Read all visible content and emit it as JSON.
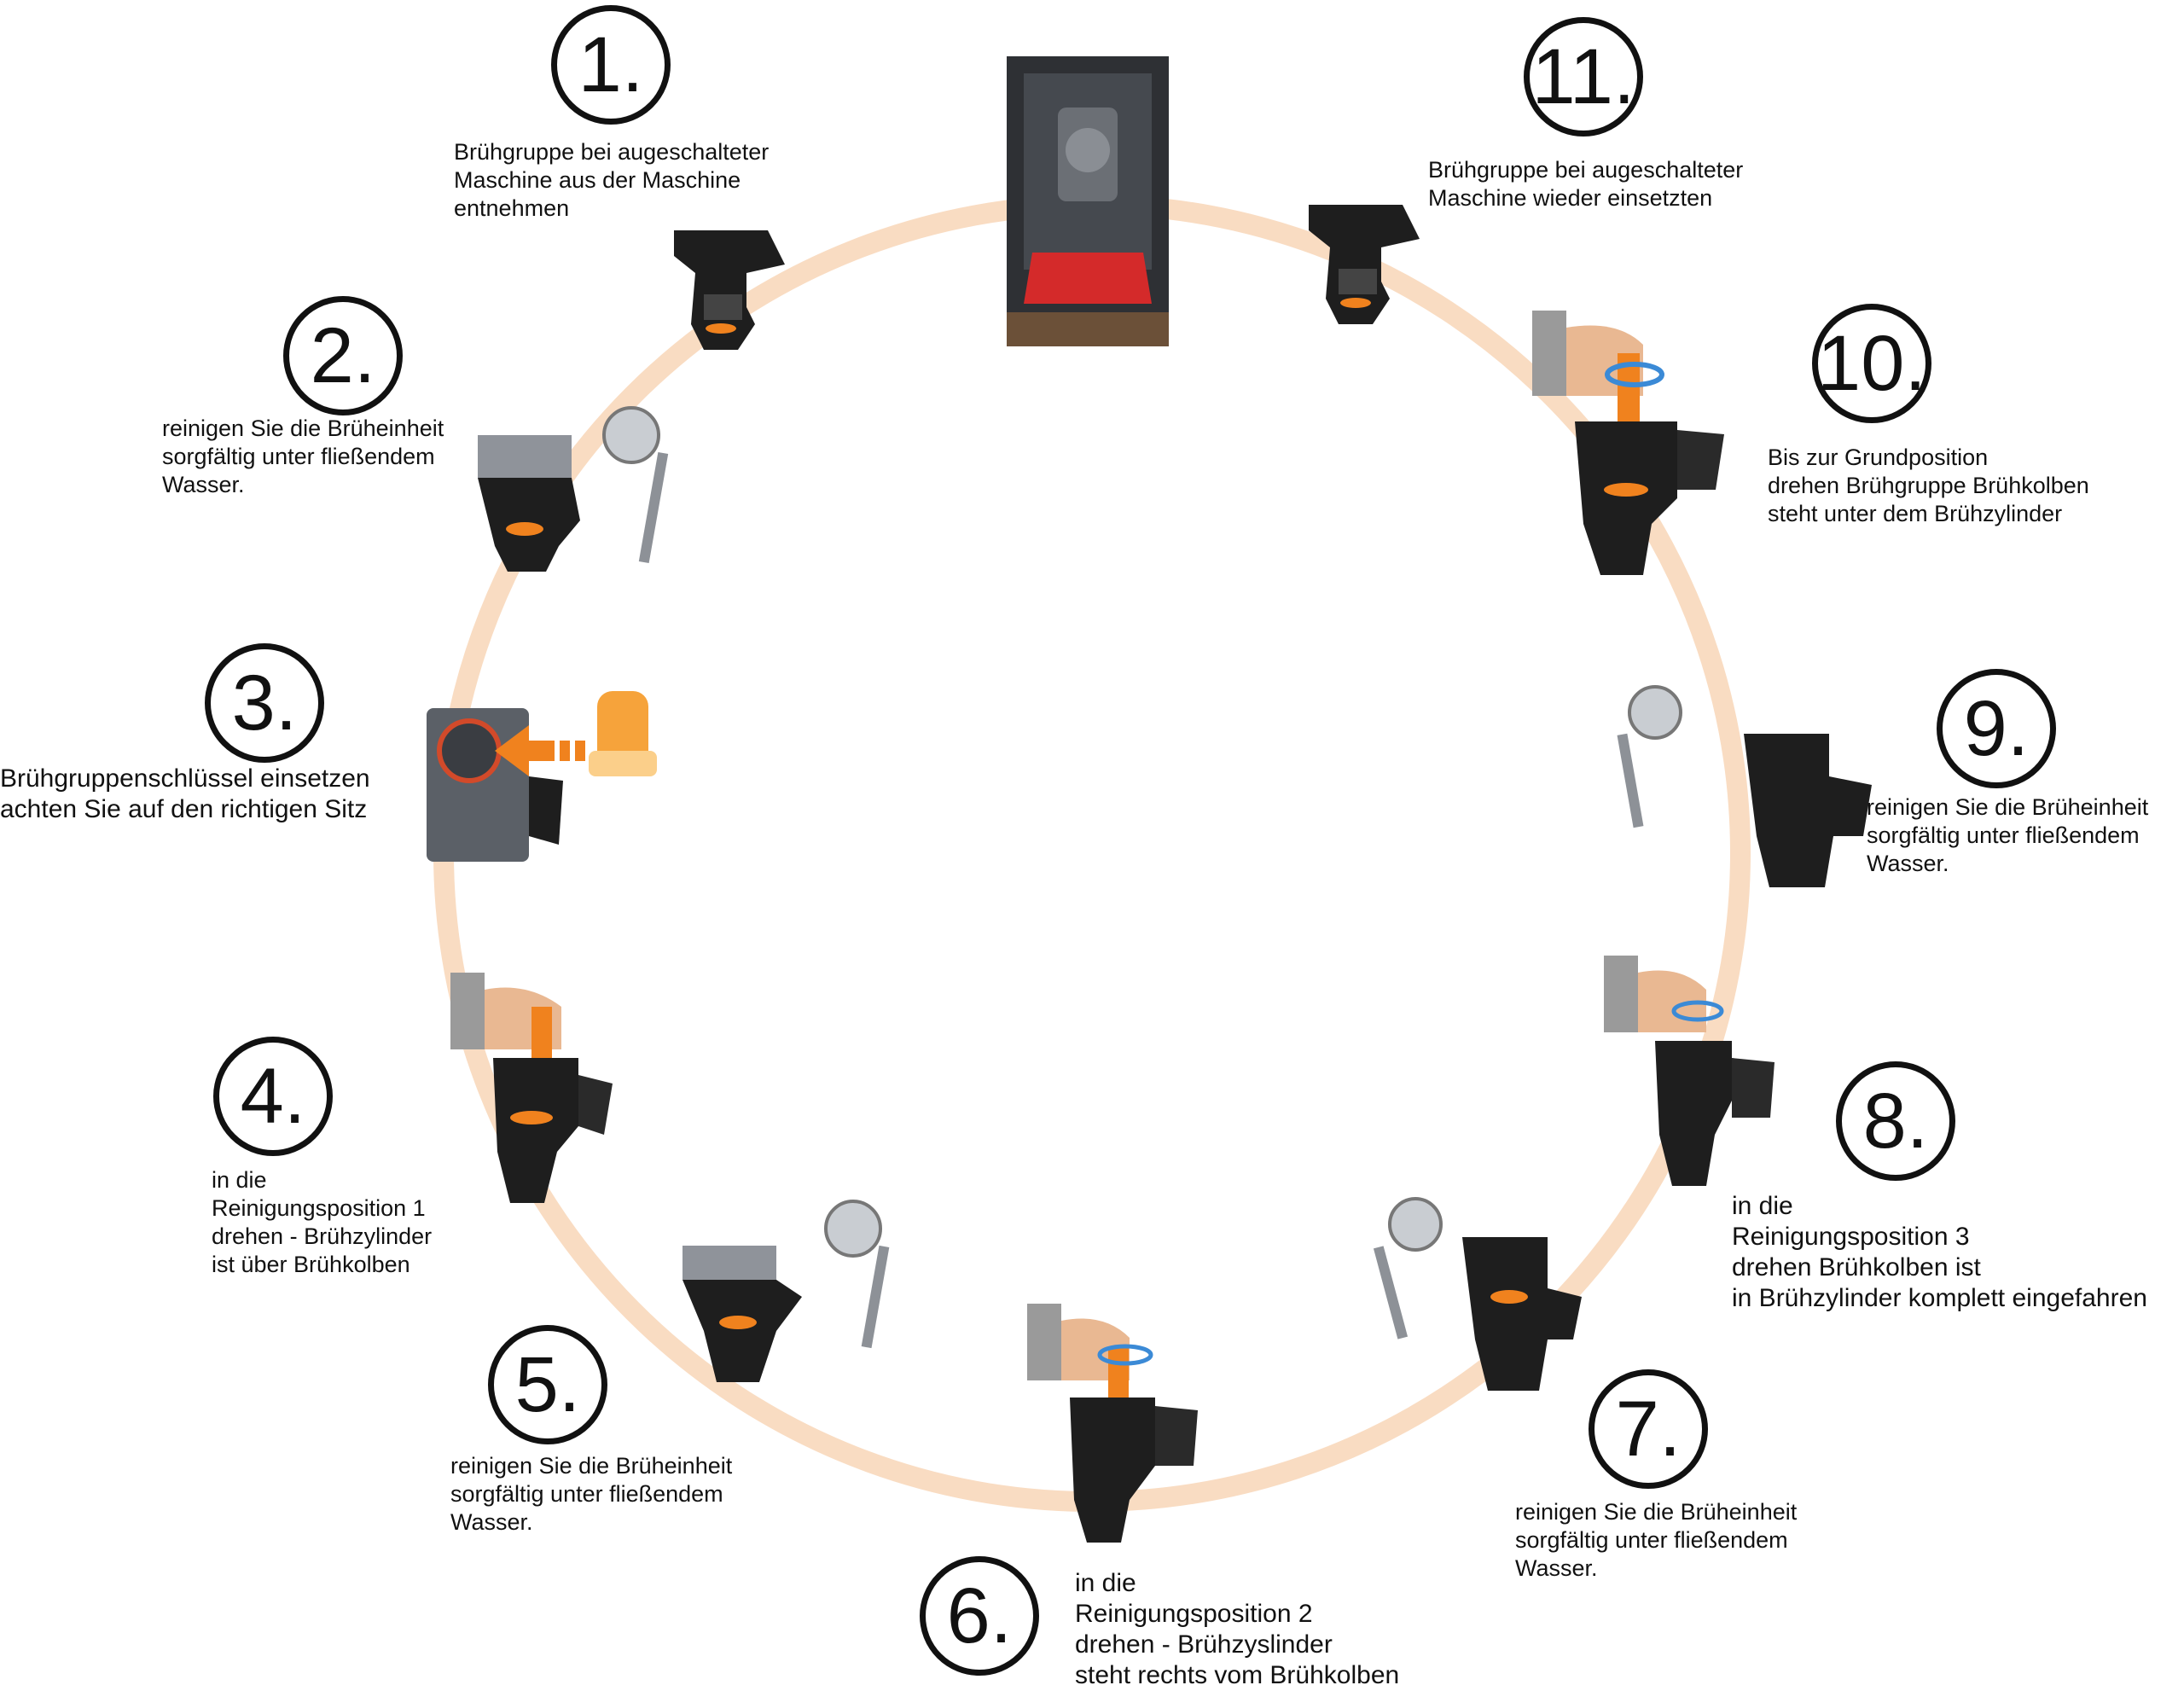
{
  "steps": [
    {
      "number": "1.",
      "text": "Brühgruppe bei  augeschalteter\nMaschine aus der Maschine\n entnehmen"
    },
    {
      "number": "2.",
      "text": "reinigen Sie die Brüheinheit\nsorgfältig unter fließendem\nWasser."
    },
    {
      "number": "3.",
      "text": "Brühgruppenschlüssel einsetzen\nachten Sie auf den richtigen Sitz"
    },
    {
      "number": "4.",
      "text": "in die\nReinigungsposition 1\ndrehen - Brühzylinder\n ist über Brühkolben"
    },
    {
      "number": "5.",
      "text": "reinigen Sie die Brüheinheit\nsorgfältig unter fließendem\nWasser."
    },
    {
      "number": "6.",
      "text": "in die\nReinigungsposition 2\ndrehen - Brühzyslinder\nsteht rechts vom Brühkolben"
    },
    {
      "number": "7.",
      "text": "reinigen Sie die Brüheinheit\nsorgfältig unter fließendem\nWasser."
    },
    {
      "number": "8.",
      "text": "in die\nReinigungsposition 3\ndrehen Brühkolben ist\nin Brühzylinder komplett eingefahren"
    },
    {
      "number": "9.",
      "text": "reinigen Sie die Brüheinheit\nsorgfältig unter fließendem\nWasser."
    },
    {
      "number": "10.",
      "text": "Bis zur Grundposition\ndrehen Brühgruppe Brühkolben\nsteht unter dem Brühzylinder"
    },
    {
      "number": "11.",
      "text": "Brühgruppe bei  augeschalteter\nMaschine wieder einsetzten"
    }
  ],
  "colors": {
    "ring": "#f9dcc2",
    "ink": "#111111",
    "accent": "#f0821e",
    "rotate": "#3b8ad6",
    "unit": "#1e1e1e",
    "photo_red": "#d42a2a"
  },
  "icons": {
    "brew-unit": "brew-unit-icon",
    "shower": "shower-head-icon",
    "hand": "hand-turning-icon",
    "key": "brew-key-icon",
    "photo": "machine-photo"
  }
}
